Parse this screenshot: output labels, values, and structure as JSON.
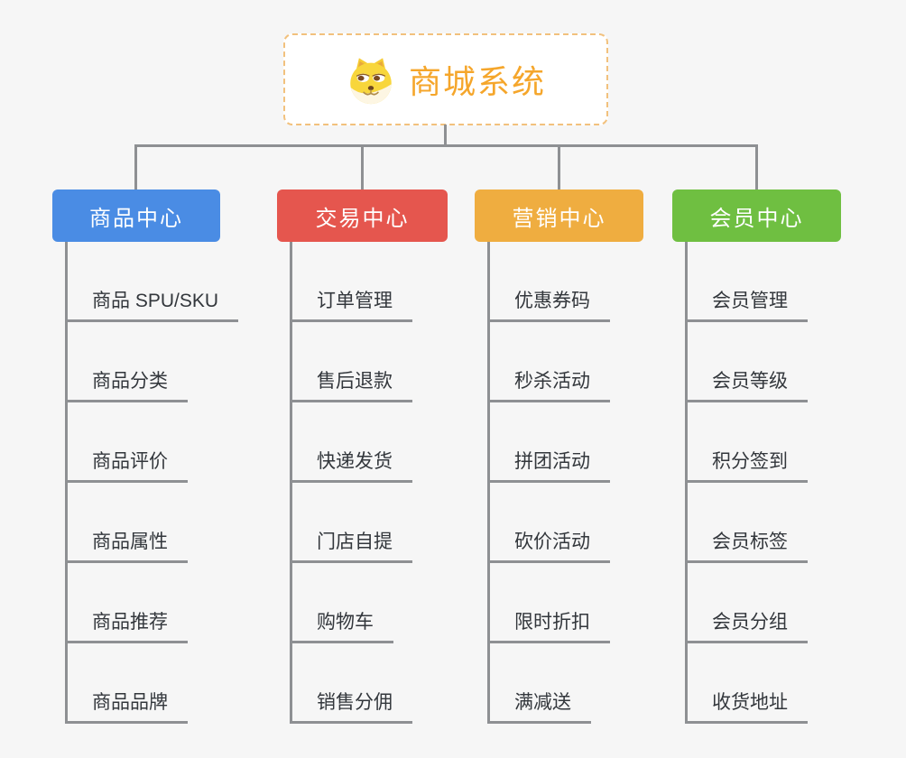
{
  "root": {
    "title": "商城系统",
    "icon": "doge-face-icon",
    "title_color": "#f5a62b",
    "border_color": "#f2c17d"
  },
  "lines": {
    "color": "#8e9093"
  },
  "branches": [
    {
      "id": "product-center",
      "label": "商品中心",
      "color": "#4a8ce4",
      "items": [
        "商品 SPU/SKU",
        "商品分类",
        "商品评价",
        "商品属性",
        "商品推荐",
        "商品品牌"
      ]
    },
    {
      "id": "trade-center",
      "label": "交易中心",
      "color": "#e5564e",
      "items": [
        "订单管理",
        "售后退款",
        "快递发货",
        "门店自提",
        "购物车",
        "销售分佣"
      ]
    },
    {
      "id": "marketing-center",
      "label": "营销中心",
      "color": "#efad40",
      "items": [
        "优惠券码",
        "秒杀活动",
        "拼团活动",
        "砍价活动",
        "限时折扣",
        "满减送"
      ]
    },
    {
      "id": "member-center",
      "label": "会员中心",
      "color": "#6fbf41",
      "items": [
        "会员管理",
        "会员等级",
        "积分签到",
        "会员标签",
        "会员分组",
        "收货地址"
      ]
    }
  ]
}
